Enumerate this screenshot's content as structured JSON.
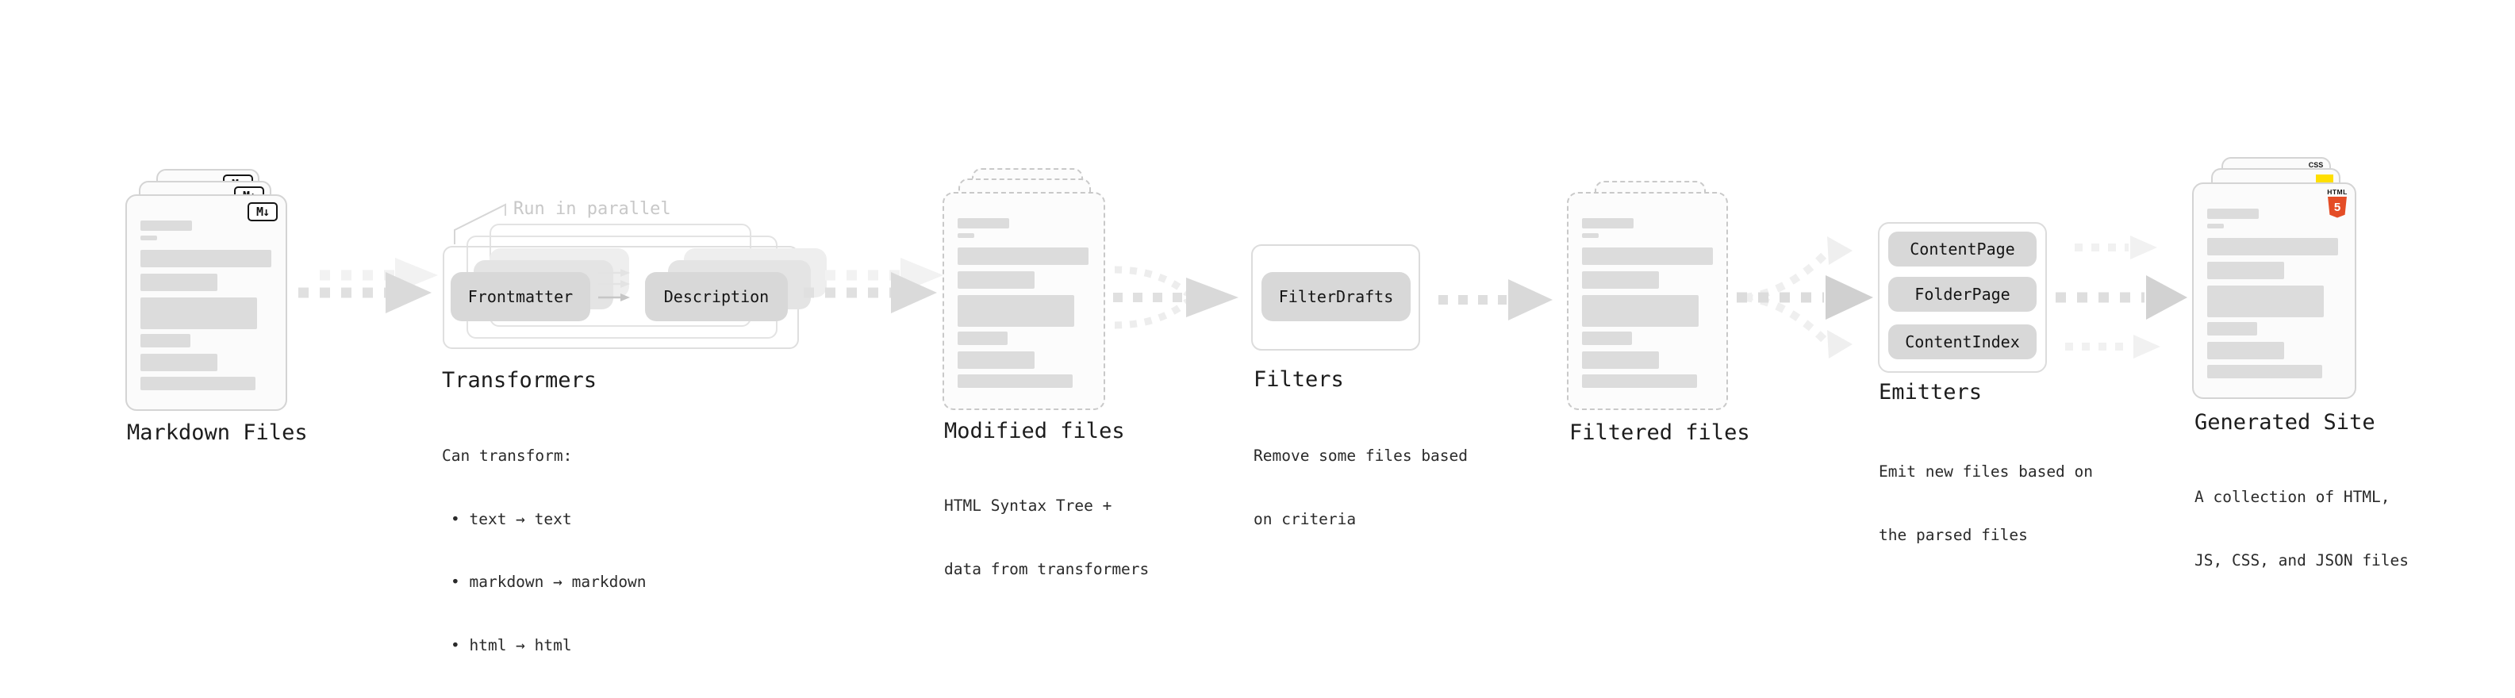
{
  "markdown_files": {
    "label": "Markdown Files",
    "file_icon": "M↓"
  },
  "transformers": {
    "parallel_note": "Run in parallel",
    "pill_left": "Frontmatter",
    "pill_right": "Description",
    "label": "Transformers",
    "desc_title": "Can transform:",
    "bullets": [
      "• text → text",
      "• markdown → markdown",
      "• html → html"
    ]
  },
  "modified_files": {
    "label": "Modified files",
    "desc_line1": "HTML Syntax Tree +",
    "desc_line2": "data from transformers"
  },
  "filters": {
    "pill": "FilterDrafts",
    "label": "Filters",
    "desc_line1": "Remove some files based",
    "desc_line2": "on criteria"
  },
  "filtered_files": {
    "label": "Filtered files"
  },
  "emitters": {
    "pills": [
      "ContentPage",
      "FolderPage",
      "ContentIndex"
    ],
    "label": "Emitters",
    "desc_line1": "Emit new files based on",
    "desc_line2": "the parsed files"
  },
  "generated_site": {
    "label": "Generated Site",
    "desc_line1": "A collection of HTML,",
    "desc_line2": "JS, CSS, and JSON files",
    "html5_icon_label": "HTML",
    "html5_icon_number": "5",
    "css_icon_label": "CSS"
  },
  "colors": {
    "html5_orange": "#e44d26",
    "js_yellow": "#ffdf00",
    "css_blue": "#2862e9",
    "pill_gray": "#d8d8d8",
    "arrow_gray": "#dadada",
    "heading_text": "#1c1c1c",
    "muted_note": "#c8c8c8"
  }
}
